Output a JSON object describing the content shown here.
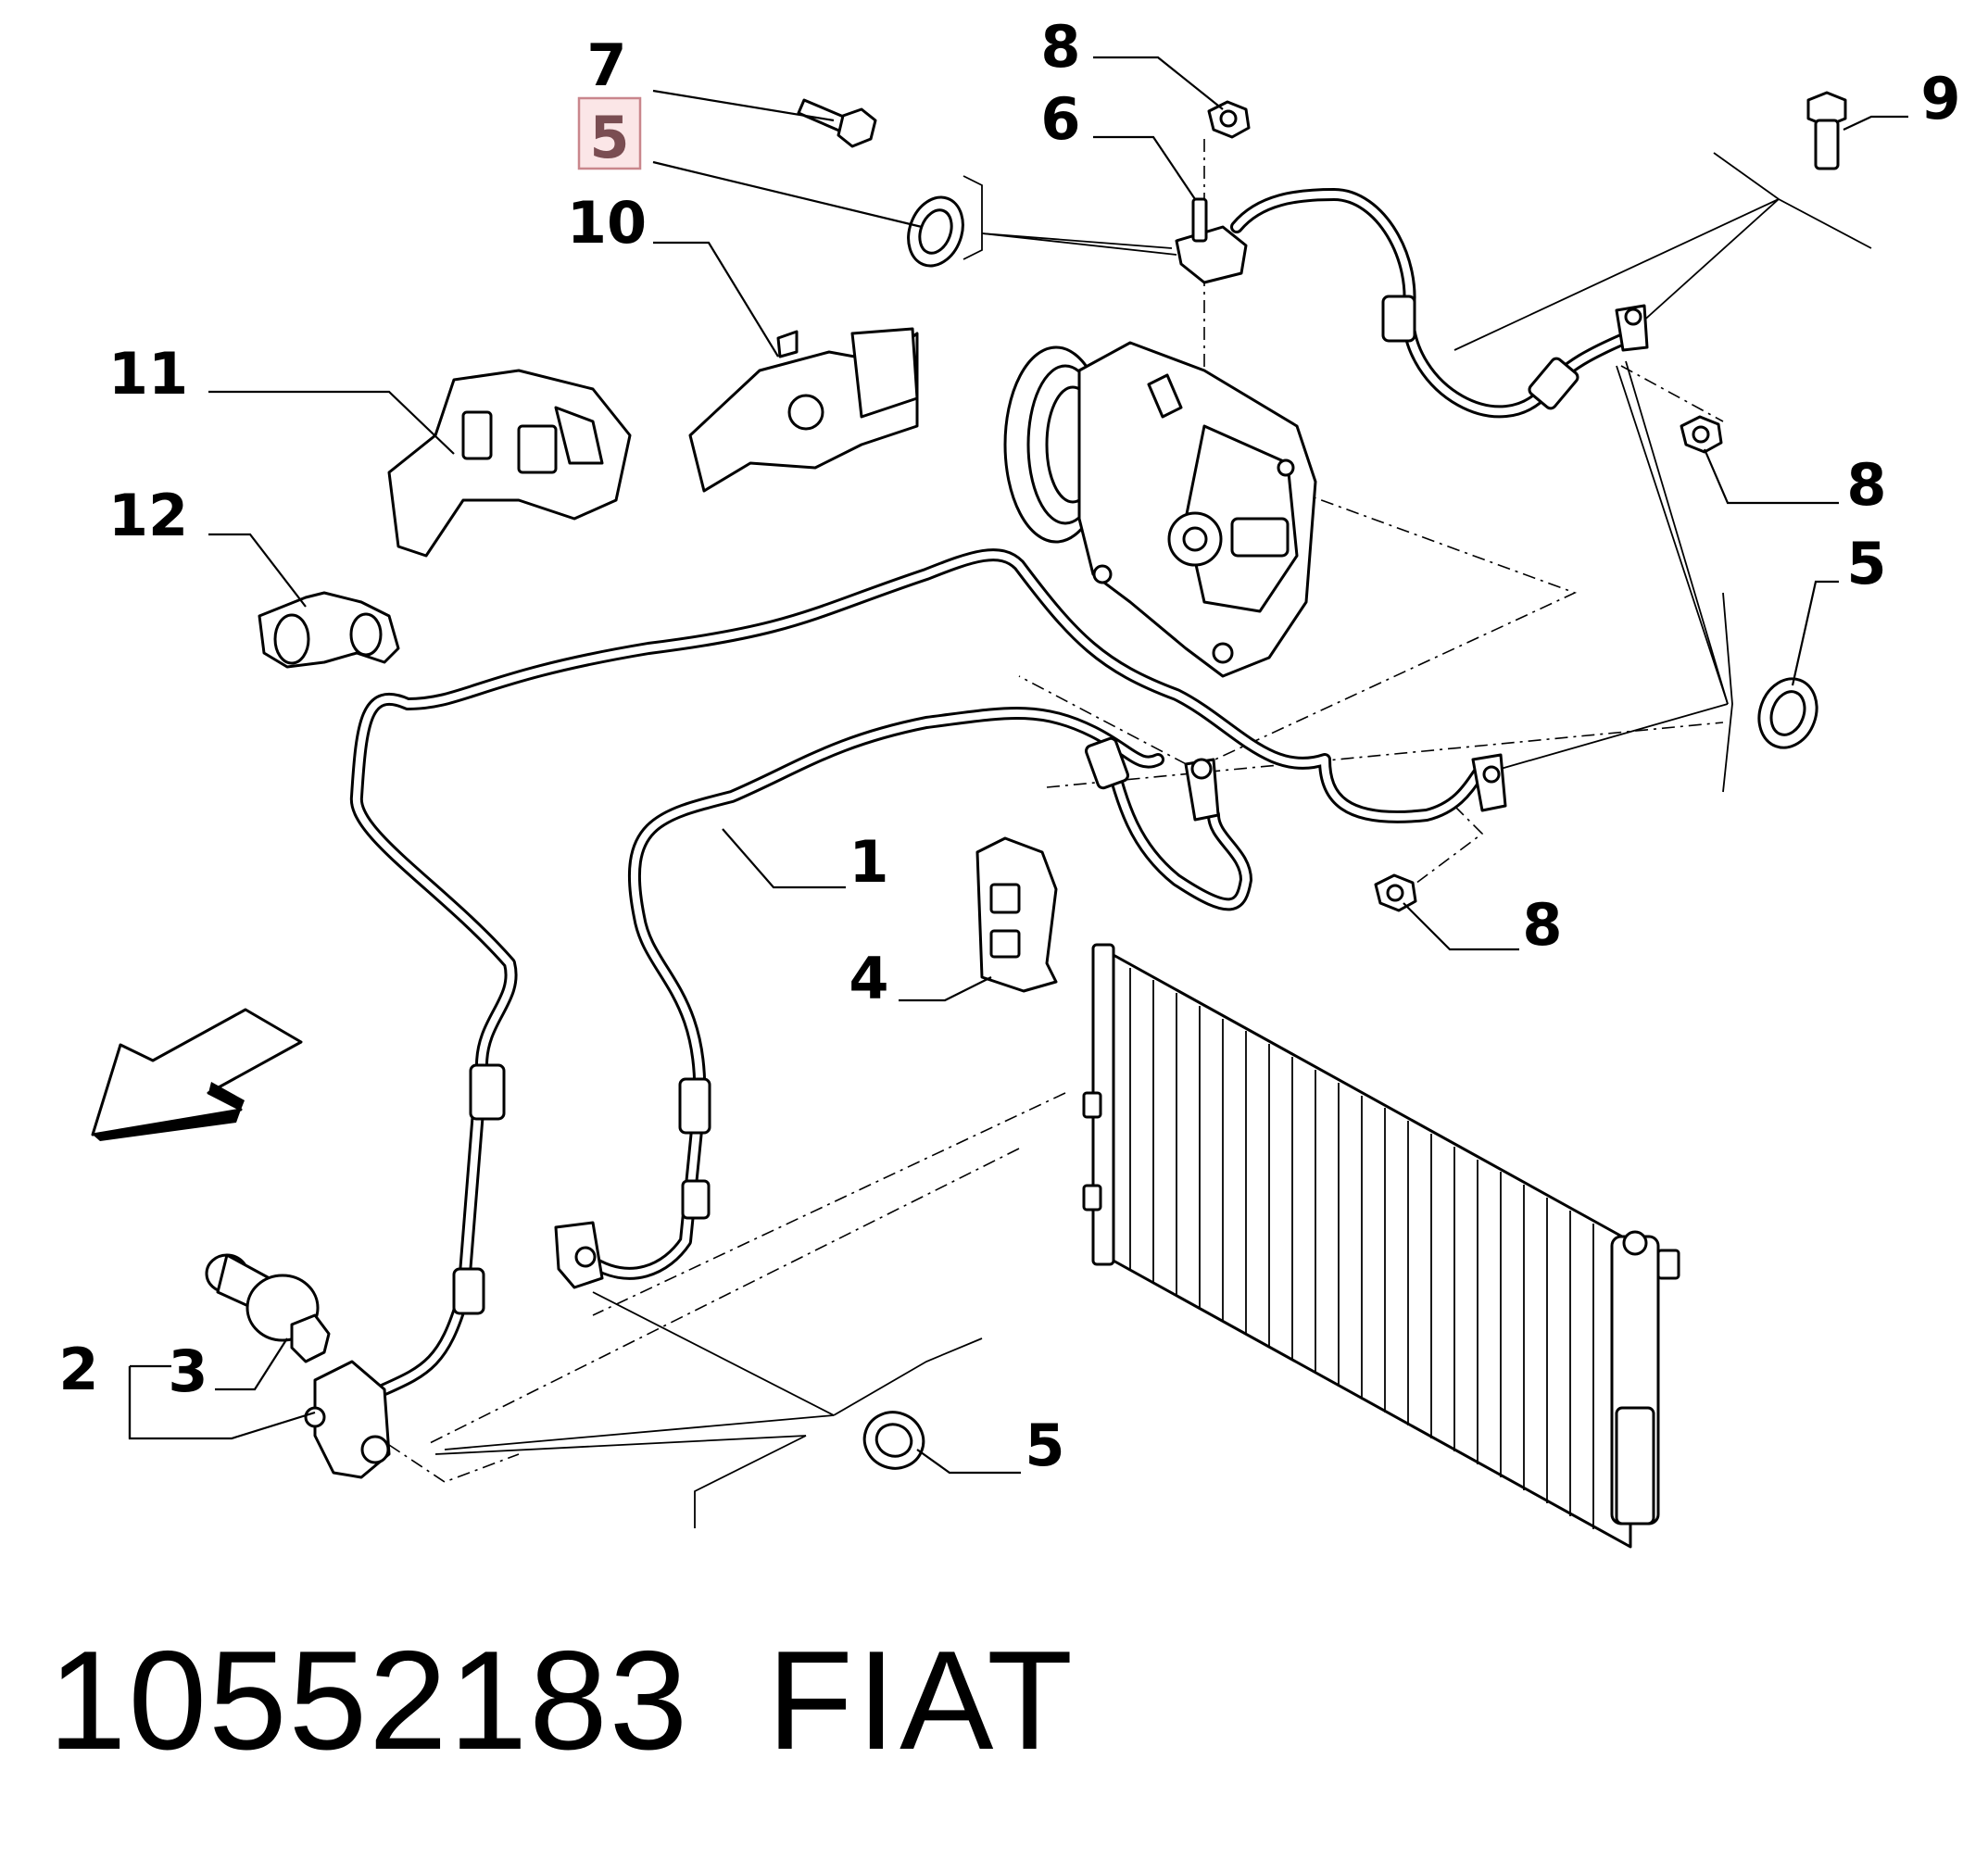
{
  "callouts": {
    "c7": "7",
    "c5_highlight": "5",
    "c10": "10",
    "c11": "11",
    "c12": "12",
    "c8_top": "8",
    "c6": "6",
    "c9": "9",
    "c8_right": "8",
    "c5_right": "5",
    "c1": "1",
    "c4": "4",
    "c8_mid": "8",
    "c2": "2",
    "c3": "3",
    "c5_bottom": "5"
  },
  "highlight": {
    "callout": "5",
    "fill": "#fbe6e7",
    "border": "#c9868c",
    "text_color": "#7a4d52"
  },
  "footer": {
    "part_number": "10552183",
    "brand": "FIAT"
  }
}
